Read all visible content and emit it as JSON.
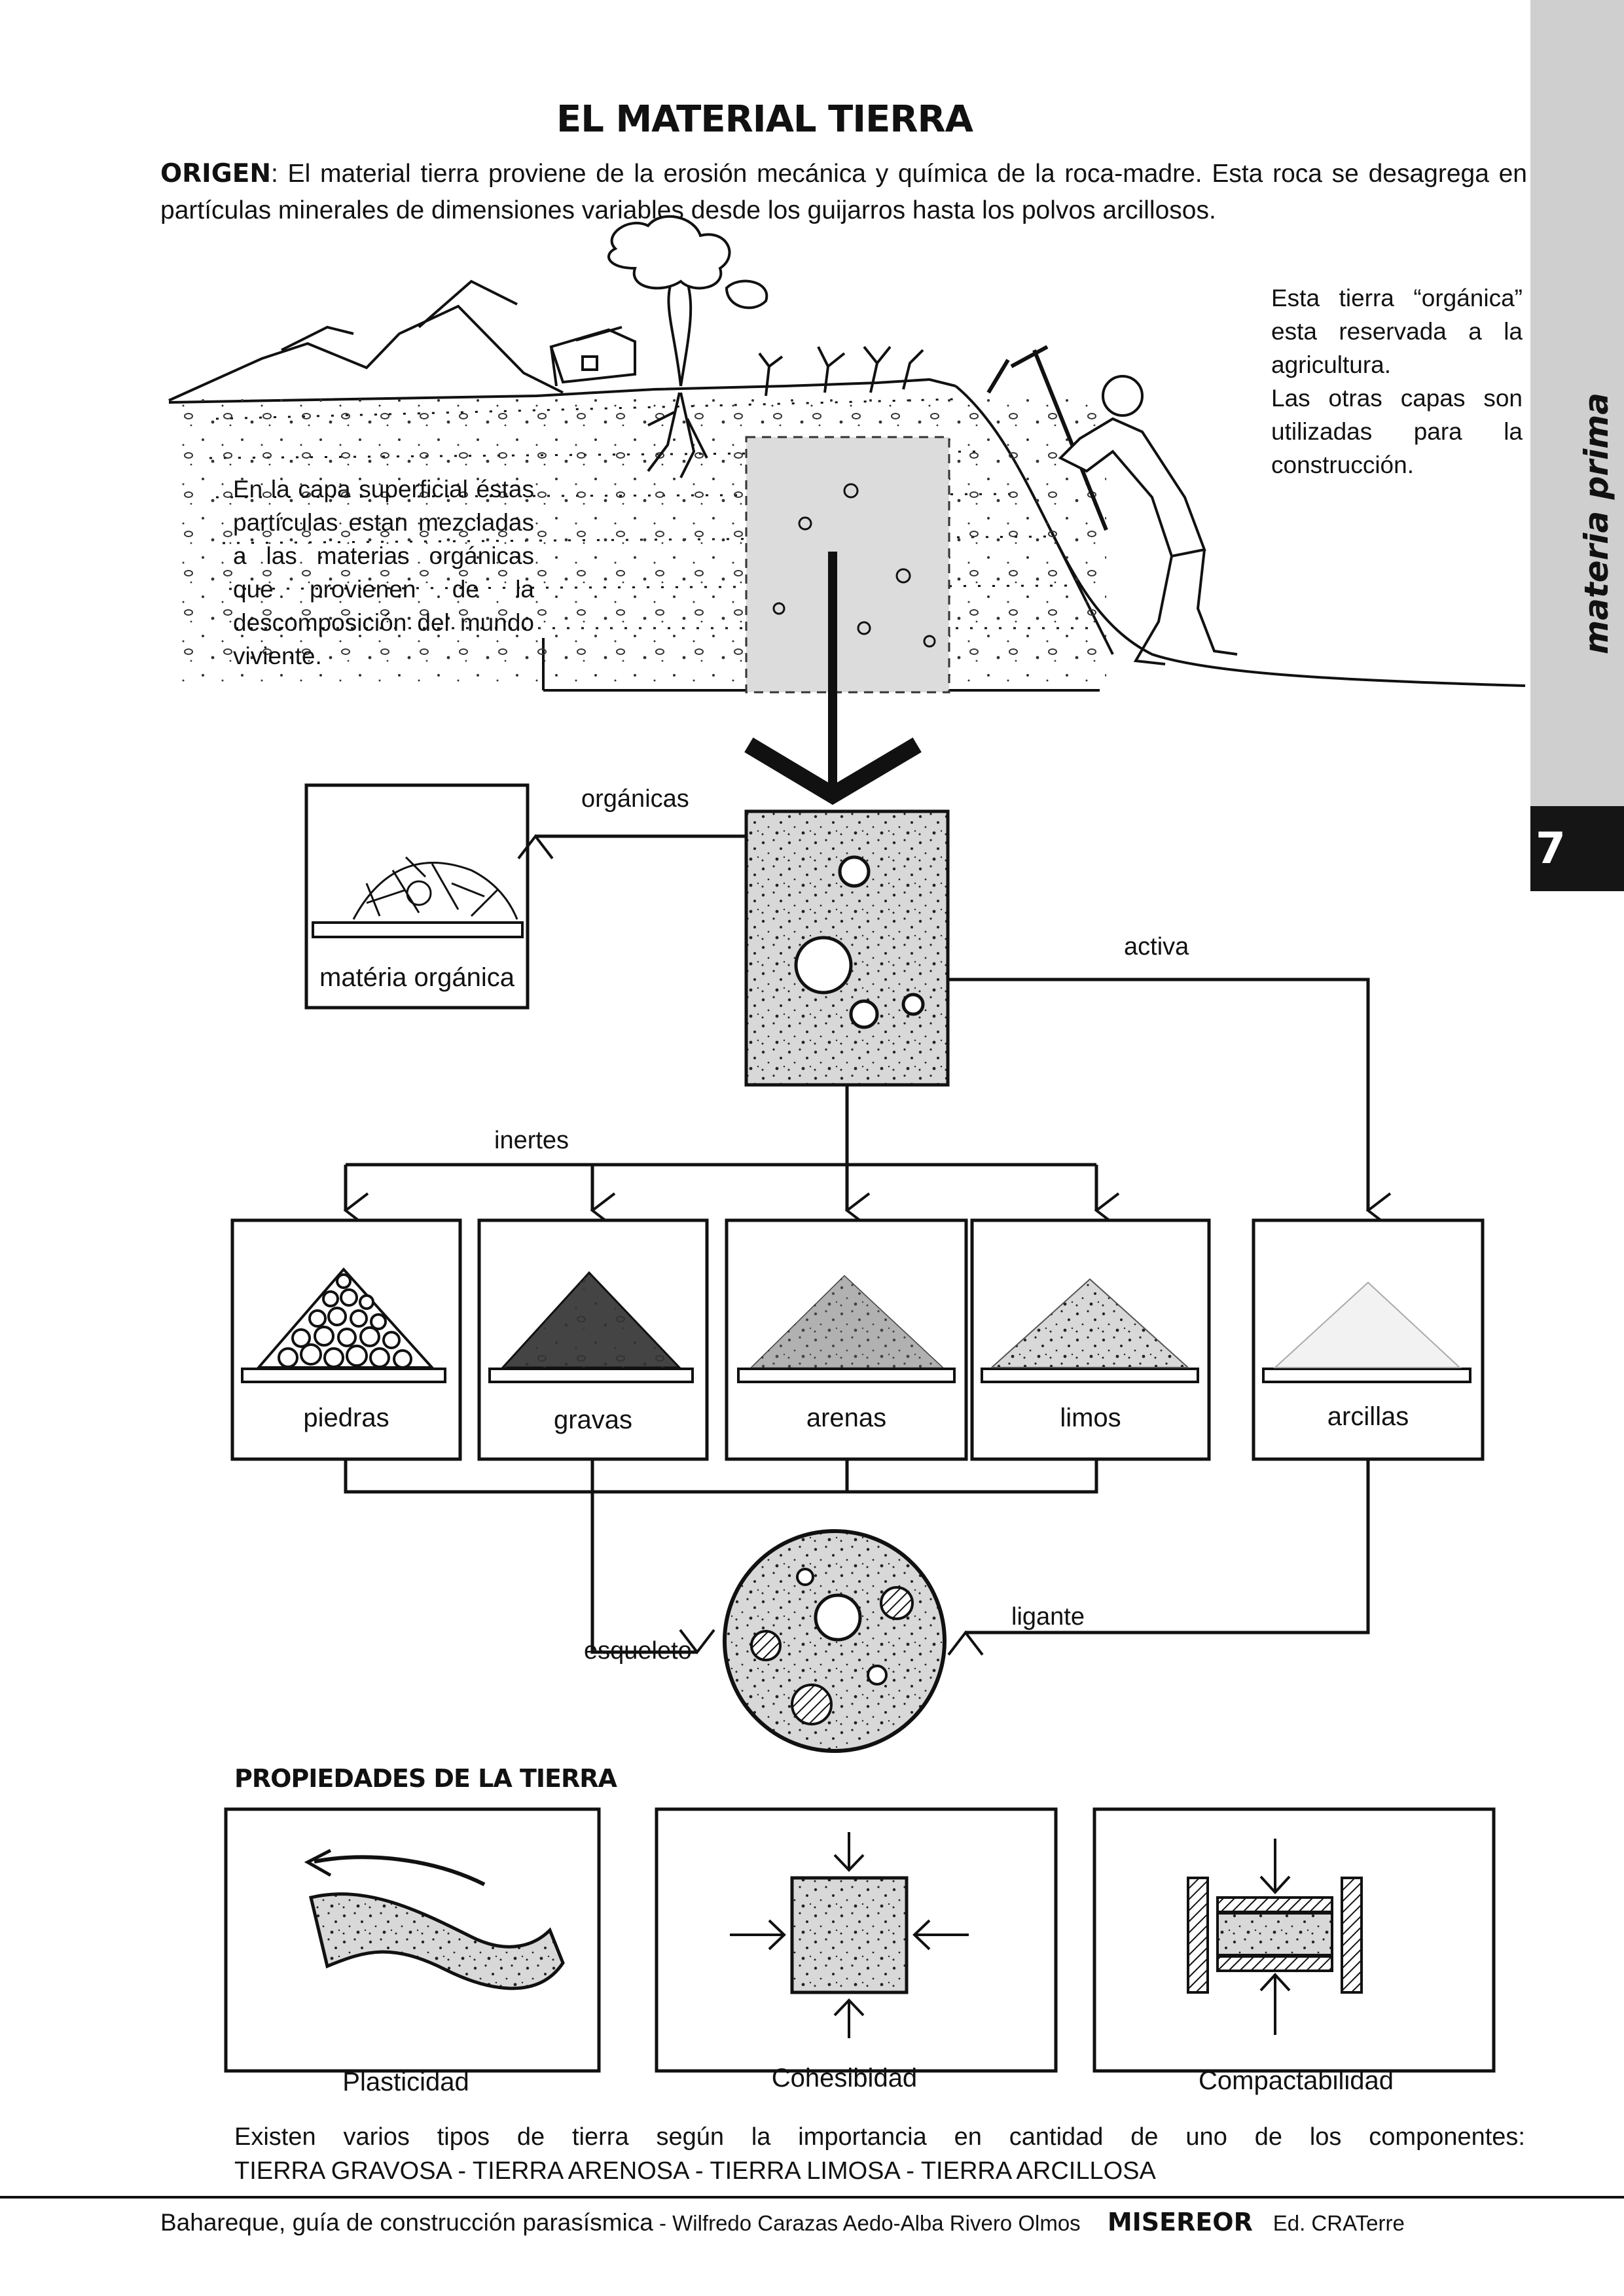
{
  "page": {
    "title": "EL MATERIAL TIERRA",
    "side_label": "materia prima",
    "page_number": "7"
  },
  "intro": {
    "label": "ORIGEN",
    "text": ": El material tierra proviene de la erosión mecánica y química  de la roca-madre. Esta roca se desagrega en partículas minerales de dimensiones variables desde los guijarros hasta los polvos arcillosos."
  },
  "captions": {
    "surface_layer": "En la capa superficial éstas partículas estan mezcladas a las materias orgánicas que provienen de la descomposición del mundo viviente.",
    "organic_soil": "Esta tierra “orgánica” esta reservada a la agricultura.\nLas otras capas son utilizadas para la construcción."
  },
  "flow": {
    "organic_arrow": "orgánicas",
    "organic_box": "matéria orgánica",
    "active_arrow": "activa",
    "inert_arrow": "inertes",
    "components": [
      "piedras",
      "gravas",
      "arenas",
      "limos",
      "arcillas"
    ],
    "skeleton": "esqueleto",
    "binder": "ligante"
  },
  "properties": {
    "heading": "PROPIEDADES DE LA TIERRA",
    "items": [
      "Plasticidad",
      "Cohesibidad",
      "Compactabilidad"
    ]
  },
  "closing": {
    "line1": "Existen varios tipos de tierra según la importancia en cantidad de uno de los componentes:",
    "line2": "TIERRA GRAVOSA - TIERRA ARENOSA - TIERRA LIMOSA - TIERRA ARCILLOSA"
  },
  "footer": {
    "book": "Bahareque, guía de construcción parasísmica",
    "authors": " - Wilfredo Carazas Aedo-Alba Rivero Olmos",
    "publisher": "MISEREOR",
    "edition": "Ed. CRATerre"
  }
}
